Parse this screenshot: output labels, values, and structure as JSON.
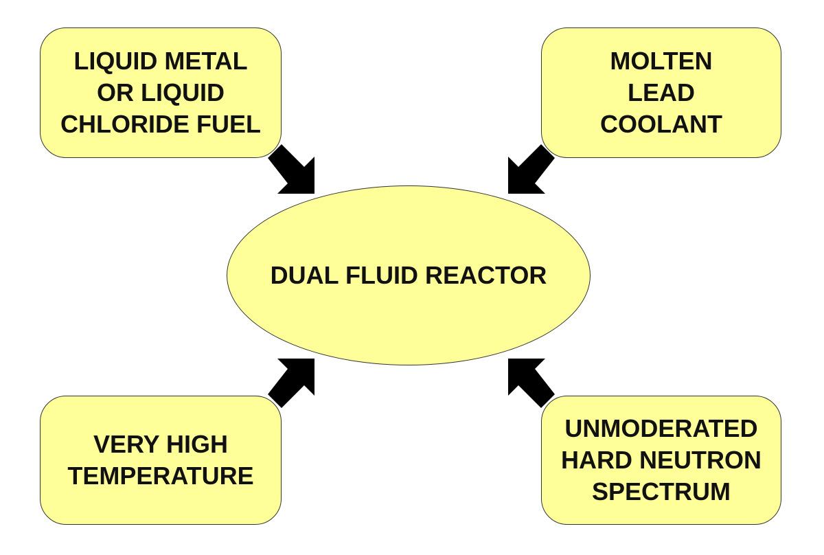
{
  "colors": {
    "fill": "#ffff99",
    "border": "#333333",
    "arrow": "#000000",
    "text": "#111111"
  },
  "center": {
    "label": "DUAL FLUID REACTOR"
  },
  "boxes": {
    "top_left": "LIQUID METAL\nOR LIQUID\nCHLORIDE FUEL",
    "top_right": "MOLTEN\nLEAD\nCOOLANT",
    "bottom_left": "VERY HIGH\nTEMPERATURE",
    "bottom_right": "UNMODERATED\nHARD NEUTRON\nSPECTRUM"
  },
  "arrows": [
    {
      "from": "top_left",
      "to": "center"
    },
    {
      "from": "top_right",
      "to": "center"
    },
    {
      "from": "bottom_left",
      "to": "center"
    },
    {
      "from": "bottom_right",
      "to": "center"
    }
  ]
}
